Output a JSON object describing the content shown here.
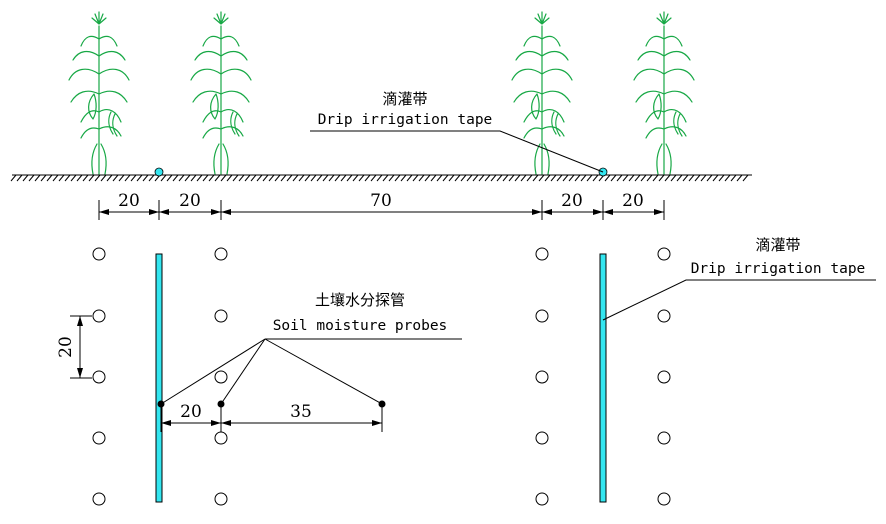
{
  "dimensions_top": [
    "20",
    "20",
    "70",
    "20",
    "20"
  ],
  "dimension_vertical": "20",
  "dimensions_bottom": [
    "20",
    "35"
  ],
  "drip_label_top": {
    "cn": "滴灌带",
    "en": "Drip irrigation tape"
  },
  "drip_label_right": {
    "cn": "滴灌带",
    "en": "Drip irrigation tape"
  },
  "probe_label": {
    "cn": "土壤水分探管",
    "en": "Soil moisture probes"
  },
  "colors": {
    "plant": "#17a845",
    "tape": "#33e6f0",
    "line": "#000000"
  }
}
